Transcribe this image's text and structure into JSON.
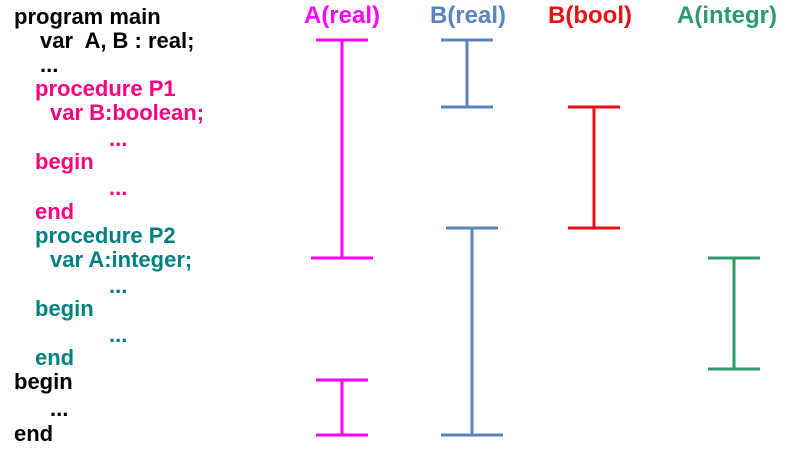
{
  "colors": {
    "main": "#000000",
    "p1": "#ff0080",
    "p2": "#008080",
    "a_real": "#ff00ff",
    "b_real": "#5b83c0",
    "b_bool": "#e81010",
    "a_integer": "#2e9a6a"
  },
  "code": {
    "l1": "program main",
    "l2": "var  A, B : real;",
    "l3": "...",
    "l4": "procedure P1",
    "l5": "var B:boolean;",
    "l6": "...",
    "l7": "begin",
    "l8": "...",
    "l9": "end",
    "l10": "procedure P2",
    "l11": "var A:integer;",
    "l12": "...",
    "l13": "begin",
    "l14": "...",
    "l15": "end",
    "l16": "begin",
    "l17": "...",
    "l18": "end"
  },
  "columns": {
    "a_real": "A(real)",
    "b_real": "B(real)",
    "b_bool": "B(bool)",
    "a_integer": "A(integr)"
  }
}
